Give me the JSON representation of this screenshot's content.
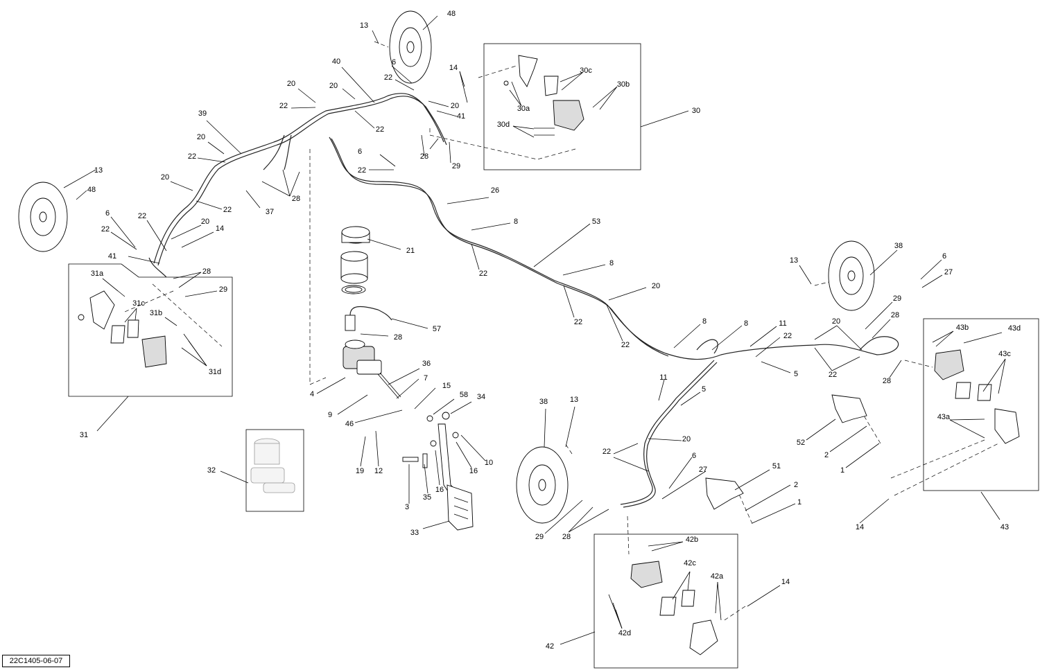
{
  "diagram": {
    "reference_code": "22C1405-06-07",
    "callouts": [
      "1",
      "2",
      "3",
      "4",
      "5",
      "6",
      "7",
      "8",
      "9",
      "10",
      "11",
      "12",
      "13",
      "14",
      "15",
      "16",
      "19",
      "20",
      "21",
      "22",
      "26",
      "27",
      "28",
      "29",
      "30",
      "30a",
      "30b",
      "30c",
      "30d",
      "31",
      "31a",
      "31b",
      "31c",
      "31d",
      "32",
      "33",
      "34",
      "35",
      "36",
      "37",
      "38",
      "39",
      "40",
      "41",
      "42",
      "42a",
      "42b",
      "42c",
      "42d",
      "43",
      "43a",
      "43b",
      "43c",
      "43d",
      "46",
      "48",
      "51",
      "52",
      "53",
      "57",
      "58"
    ]
  }
}
